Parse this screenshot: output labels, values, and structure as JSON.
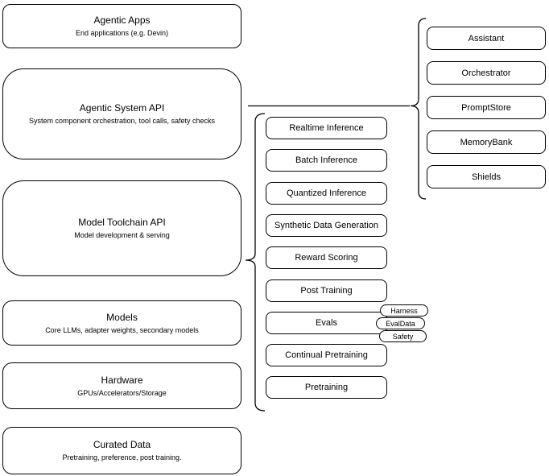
{
  "left": {
    "boxes": [
      {
        "title": "Agentic Apps",
        "subtitle": "End applications (e.g. Devin)"
      },
      {
        "title": "Agentic System API",
        "subtitle": "System component orchestration, tool calls, safety checks"
      },
      {
        "title": "Model Toolchain API",
        "subtitle": "Model development & serving"
      },
      {
        "title": "Models",
        "subtitle": "Core LLMs, adapter weights, secondary models"
      },
      {
        "title": "Hardware",
        "subtitle": "GPUs/Accelerators/Storage"
      },
      {
        "title": "Curated Data",
        "subtitle": "Pretraining, preference, post training."
      }
    ]
  },
  "middle": {
    "items": [
      "Realtime Inference",
      "Batch Inference",
      "Quantized Inference",
      "Synthetic Data Generation",
      "Reward Scoring",
      "Post Training",
      "Evals",
      "Continual Pretraining",
      "Pretraining"
    ]
  },
  "evals_tags": [
    "Harness",
    "EvalData",
    "Safety"
  ],
  "right": {
    "items": [
      "Assistant",
      "Orchestrator",
      "PromptStore",
      "MemoryBank",
      "Shields"
    ]
  },
  "colors": {
    "stroke": "#000000",
    "background": "#ffffff"
  }
}
